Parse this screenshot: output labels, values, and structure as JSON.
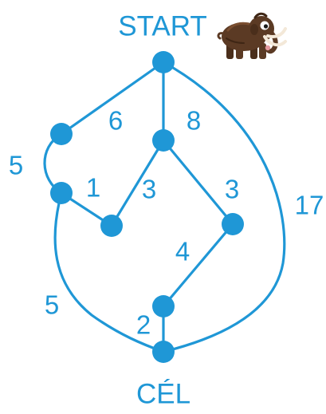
{
  "graph": {
    "start_label": "START",
    "goal_label": "CÉL",
    "mascot": "mammoth",
    "colors": {
      "accent": "#1f97d6",
      "mammoth_fur": "#5b3a24",
      "mammoth_tusk": "#f3e8d8",
      "mammoth_trunk_tip": "#e59aa0"
    },
    "nodes": [
      "start",
      "left-top",
      "left-bottom",
      "center",
      "middle",
      "right",
      "lower",
      "goal"
    ],
    "edges": [
      {
        "id": "start-left-top",
        "from": "start",
        "to": "left-top",
        "weight": "6"
      },
      {
        "id": "start-center",
        "from": "start",
        "to": "center",
        "weight": "8"
      },
      {
        "id": "start-goal",
        "from": "start",
        "to": "goal",
        "weight": "17"
      },
      {
        "id": "left-top-left-bottom",
        "from": "left-top",
        "to": "left-bottom",
        "weight": "5"
      },
      {
        "id": "left-bottom-middle",
        "from": "left-bottom",
        "to": "middle",
        "weight": "1"
      },
      {
        "id": "left-bottom-goal",
        "from": "left-bottom",
        "to": "goal",
        "weight": "5"
      },
      {
        "id": "center-middle",
        "from": "center",
        "to": "middle",
        "weight": "3"
      },
      {
        "id": "center-right",
        "from": "center",
        "to": "right",
        "weight": "3"
      },
      {
        "id": "right-lower",
        "from": "right",
        "to": "lower",
        "weight": "4"
      },
      {
        "id": "lower-goal",
        "from": "lower",
        "to": "goal",
        "weight": "2"
      }
    ]
  }
}
